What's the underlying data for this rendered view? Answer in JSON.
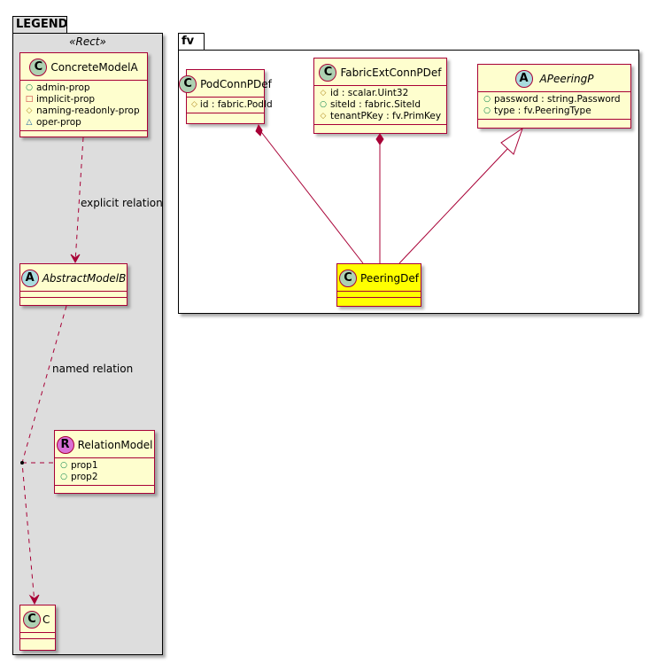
{
  "legend": {
    "package_name": "LEGEND",
    "stereotype": "«Rect»",
    "classes": {
      "concrete": {
        "badge": "C",
        "name": "ConcreteModelA",
        "fields": [
          {
            "vis": "public",
            "symbol": "○",
            "text": "admin-prop"
          },
          {
            "vis": "private",
            "symbol": "□",
            "text": "implicit-prop"
          },
          {
            "vis": "protected",
            "symbol": "◇",
            "text": "naming-readonly-prop"
          },
          {
            "vis": "package",
            "symbol": "△",
            "text": "oper-prop"
          }
        ]
      },
      "abstract": {
        "badge": "A",
        "name": "AbstractModelB"
      },
      "relation": {
        "badge": "R",
        "name": "RelationModel",
        "fields": [
          {
            "vis": "public",
            "symbol": "○",
            "text": "prop1"
          },
          {
            "vis": "public",
            "symbol": "○",
            "text": "prop2"
          }
        ]
      },
      "c": {
        "badge": "C",
        "name": "C"
      }
    },
    "edges": {
      "explicit_label": "explicit relation",
      "named_label": "named relation"
    }
  },
  "fv": {
    "package_name": "fv",
    "classes": {
      "podconn": {
        "badge": "C",
        "name": "PodConnPDef",
        "fields": [
          {
            "vis": "protected",
            "symbol": "◇",
            "text": "id : fabric.PodId"
          }
        ]
      },
      "fabricext": {
        "badge": "C",
        "name": "FabricExtConnPDef",
        "fields": [
          {
            "vis": "protected",
            "symbol": "◇",
            "text": "id : scalar.Uint32"
          },
          {
            "vis": "public",
            "symbol": "○",
            "text": "siteId : fabric.SiteId"
          },
          {
            "vis": "protected",
            "symbol": "◇",
            "text": "tenantPKey : fv.PrimKey"
          }
        ]
      },
      "apeering": {
        "badge": "A",
        "name": "APeeringP",
        "fields": [
          {
            "vis": "public",
            "symbol": "○",
            "text": "password : string.Password"
          },
          {
            "vis": "public",
            "symbol": "○",
            "text": "type : fv.PeeringType"
          }
        ]
      },
      "peeringdef": {
        "badge": "C",
        "name": "PeeringDef",
        "highlight": "#ffff00"
      }
    }
  },
  "colors": {
    "class_fill": "#fefece",
    "class_border": "#a80036",
    "highlight_fill": "#ffff00",
    "legend_bg": "#dddddd",
    "edge": "#a80036"
  }
}
